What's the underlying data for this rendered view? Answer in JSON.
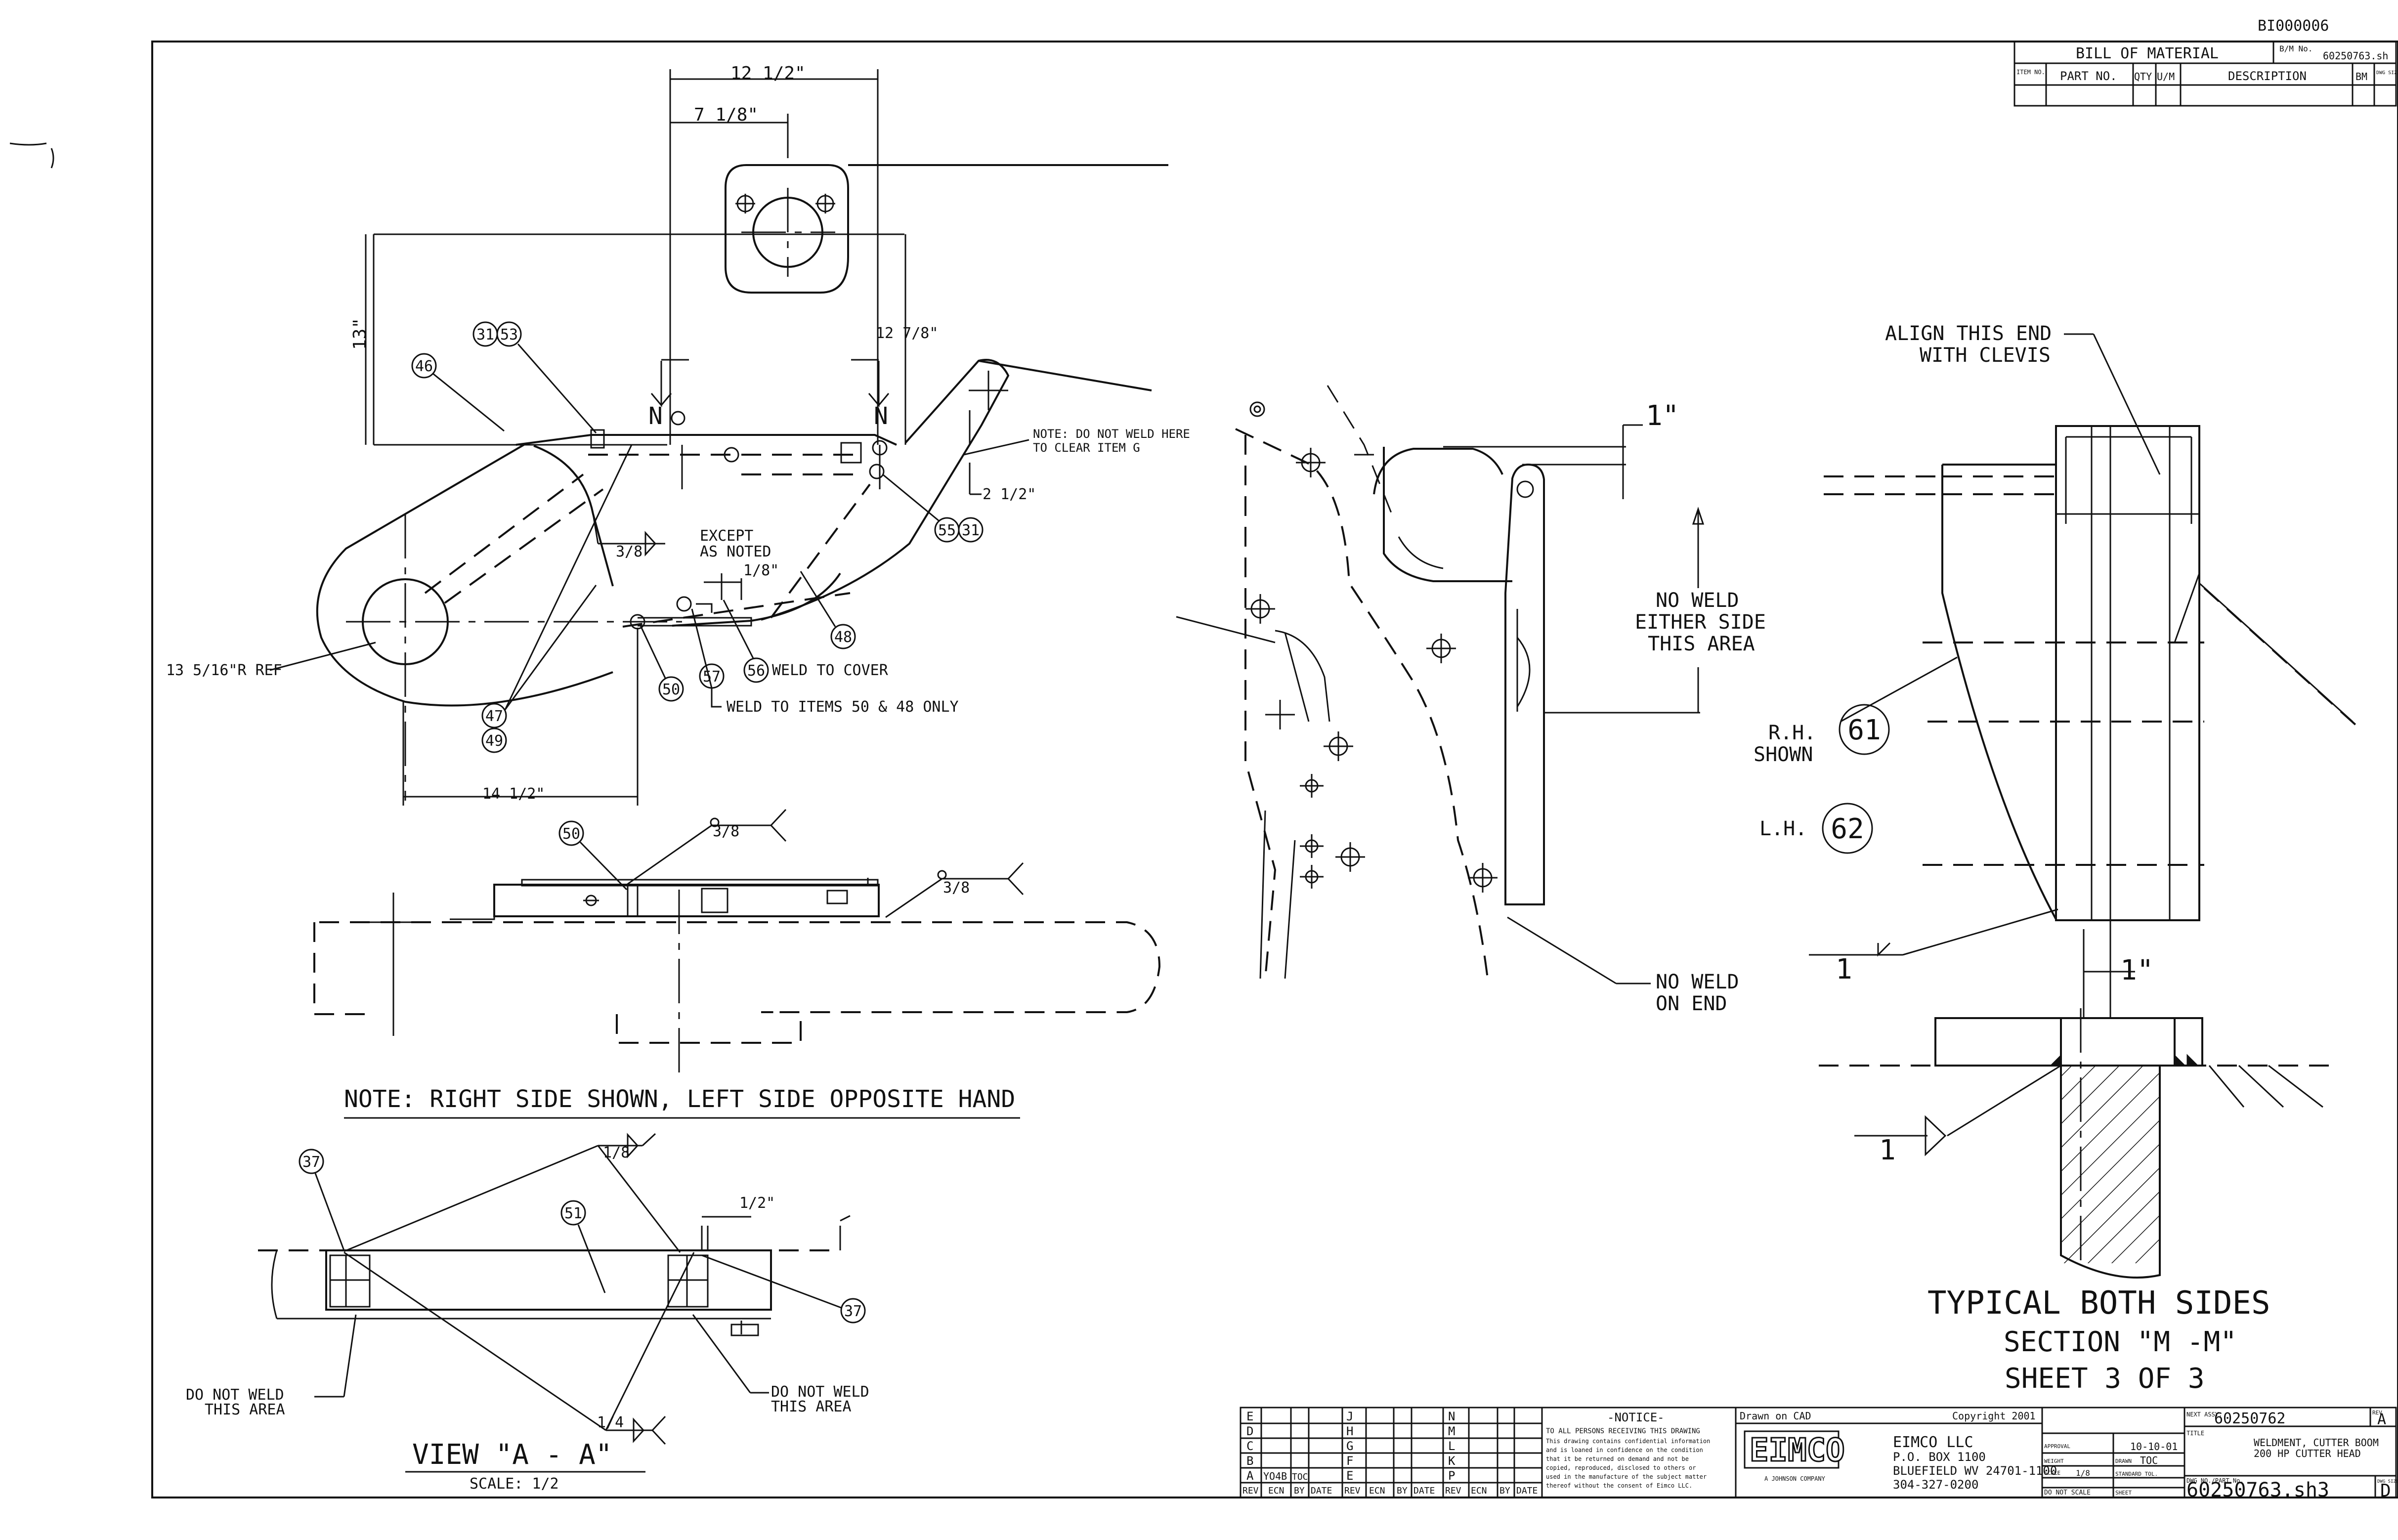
{
  "drawing": {
    "doc_code": "BI000006",
    "views": {
      "main": {
        "dims": [
          "12 1/2\"",
          "7 1/8\"",
          "13\"",
          "12 7/8\"",
          "2 1/2\"",
          "1/8\"",
          "14 1/2\"",
          "13 5/16\"R REF"
        ],
        "notes": {
          "do_not_weld_here": "NOTE: DO NOT WELD HERE",
          "to_clear_item": "TO CLEAR ITEM G",
          "except": "EXCEPT",
          "as_noted": "AS NOTED",
          "weld_to_cover": "WELD TO COVER",
          "weld_to_items": "WELD TO ITEMS 50 & 48 ONLY"
        },
        "balloons": [
          "46",
          "31",
          "53",
          "55",
          "31",
          "48",
          "47",
          "49",
          "50",
          "57",
          "56"
        ],
        "weld_sizes": [
          "3/8"
        ],
        "section_marks": [
          "N",
          "N"
        ]
      },
      "side": {
        "balloons": [
          "50"
        ],
        "weld_sizes": [
          "3/8",
          "3/8"
        ],
        "note": "NOTE: RIGHT SIDE SHOWN, LEFT SIDE OPPOSITE HAND"
      },
      "view_a": {
        "title": "VIEW \"A - A\"",
        "scale": "SCALE: 1/2",
        "dims": [
          "1/8",
          "1/2\"",
          "1/4"
        ],
        "balloons": [
          "37",
          "51",
          "37"
        ],
        "notes": {
          "left_line1": "DO NOT WELD",
          "left_line2": "THIS AREA",
          "right_line1": "DO NOT WELD",
          "right_line2": "THIS AREA"
        }
      },
      "middle": {
        "dims": [
          "1\""
        ],
        "notes": {
          "no_weld1": "NO WELD",
          "no_weld2": "EITHER SIDE",
          "no_weld3": "THIS AREA",
          "no_weld_end1": "NO WELD",
          "no_weld_end2": "ON END"
        }
      },
      "section": {
        "align1": "ALIGN THIS END",
        "align2": "WITH CLEVIS",
        "rh1": "R.H.",
        "rh2": "SHOWN",
        "lh": "L.H.",
        "balloon_rh": "61",
        "balloon_lh": "62",
        "dims": [
          "1\""
        ],
        "weld1": "1",
        "weld2": "1",
        "typical": "TYPICAL BOTH SIDES",
        "section_title": "SECTION \"M -M\"",
        "sheet": "SHEET 3 OF 3"
      }
    },
    "bom": {
      "title": "BILL OF MATERIAL",
      "bm_no_label": "B/M No.",
      "bm_no": "60250763.sh",
      "columns": [
        "ITEM NO.",
        "PART NO.",
        "QTY",
        "U/M",
        "DESCRIPTION",
        "BM",
        "DWG SIZE"
      ]
    },
    "revisions": {
      "letters_col1": [
        "E",
        "D",
        "C",
        "B",
        "A"
      ],
      "letters_col2": [
        "J",
        "H",
        "G",
        "F",
        "E"
      ],
      "letters_col3": [
        "N",
        "M",
        "L",
        "K",
        "P"
      ],
      "row_a": [
        "YO4B",
        "TOC"
      ],
      "header": [
        "REV",
        "ECN",
        "BY",
        "DATE",
        "REV",
        "ECN",
        "BY",
        "DATE",
        "REV",
        "ECN",
        "BY",
        "DATE"
      ]
    },
    "notice": {
      "title": "-NOTICE-",
      "line1": "TO ALL PERSONS RECEIVING THIS DRAWING",
      "line2": "This drawing contains confidential information",
      "line3": "and is loaned in confidence on the condition",
      "line4": "that it be returned on demand and not be",
      "line5": "copied, reproduced, disclosed to others or",
      "line6": "used in the manufacture of the subject matter",
      "line7": "thereof without the consent of Eimco LLC."
    },
    "company": {
      "drawn_on": "Drawn on CAD",
      "copyright": "Copyright 2001",
      "logo": "EIMCO",
      "logo_sub": "A JOHNSON COMPANY",
      "name": "EIMCO LLC",
      "box": "P.O. BOX 1100",
      "city": "BLUEFIELD WV 24701-1100",
      "phone": "304-327-0200"
    },
    "title_block": {
      "next_assy_label": "NEXT ASSY.",
      "next_assy": "60250762",
      "rev_label": "REV",
      "rev": "A",
      "title_label": "TITLE",
      "title1": "WELDMENT, CUTTER BOOM",
      "title2": "200 HP CUTTER HEAD",
      "date": "10-10-01",
      "drawn_label": "DRAWN",
      "drawn": "TOC",
      "scale_label": "SCALE",
      "scale": "1/8",
      "dwg_label": "DWG NO./PART No.",
      "dwg": "60250763.sh3",
      "size_label": "DWG SIZE",
      "size": "D",
      "do_not_scale": "DO NOT SCALE",
      "sheet_label": "SHEET",
      "weight_label": "WEIGHT",
      "standard_label": "STANDARD TOL.",
      "approval_label": "APPROVAL"
    }
  }
}
